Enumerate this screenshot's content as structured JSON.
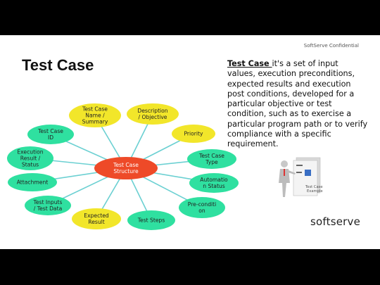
{
  "header": {
    "confidential": "SoftServe Confidential",
    "title": "Test Case"
  },
  "description": {
    "term": "Test Case ",
    "text": "it's a set of input values, execution preconditions, expected results and execution post conditions, developed for a particular objective or test condition, such as to exercise a particular program path or to verify compliance with a specific requirement."
  },
  "diagram": {
    "center": [
      "Test Case",
      "Structure"
    ],
    "nodes": [
      {
        "name": "node-test-case-name",
        "lines": [
          "Test Case",
          "Name /",
          "Summary"
        ],
        "color": "yellow"
      },
      {
        "name": "node-description",
        "lines": [
          "Description",
          "/ Objective"
        ],
        "color": "yellow"
      },
      {
        "name": "node-priority",
        "lines": [
          "Priority"
        ],
        "color": "yellow"
      },
      {
        "name": "node-test-case-type",
        "lines": [
          "Test Case",
          "Type"
        ],
        "color": "green"
      },
      {
        "name": "node-automation-status",
        "lines": [
          "Automatio",
          "n Status"
        ],
        "color": "green"
      },
      {
        "name": "node-pre-condition",
        "lines": [
          "Pre-conditi",
          "on"
        ],
        "color": "green"
      },
      {
        "name": "node-test-steps",
        "lines": [
          "Test Steps"
        ],
        "color": "green"
      },
      {
        "name": "node-expected-result",
        "lines": [
          "Expected",
          "Result"
        ],
        "color": "yellow"
      },
      {
        "name": "node-test-inputs",
        "lines": [
          "Test Inputs",
          "/ Test Data"
        ],
        "color": "green"
      },
      {
        "name": "node-attachment",
        "lines": [
          "Attachment"
        ],
        "color": "green"
      },
      {
        "name": "node-execution-result",
        "lines": [
          "Execution",
          "Result /",
          "Status"
        ],
        "color": "green"
      },
      {
        "name": "node-test-case-id",
        "lines": [
          "Test Case",
          "ID"
        ],
        "color": "green"
      }
    ]
  },
  "illustration": {
    "doc_lines": [
      "Test Case",
      "Example"
    ]
  },
  "logo": "softserve",
  "colors": {
    "yellow": "#f2e62a",
    "green": "#2fe0a0",
    "center": "#ee4a28",
    "connector": "#6bd0d2"
  }
}
